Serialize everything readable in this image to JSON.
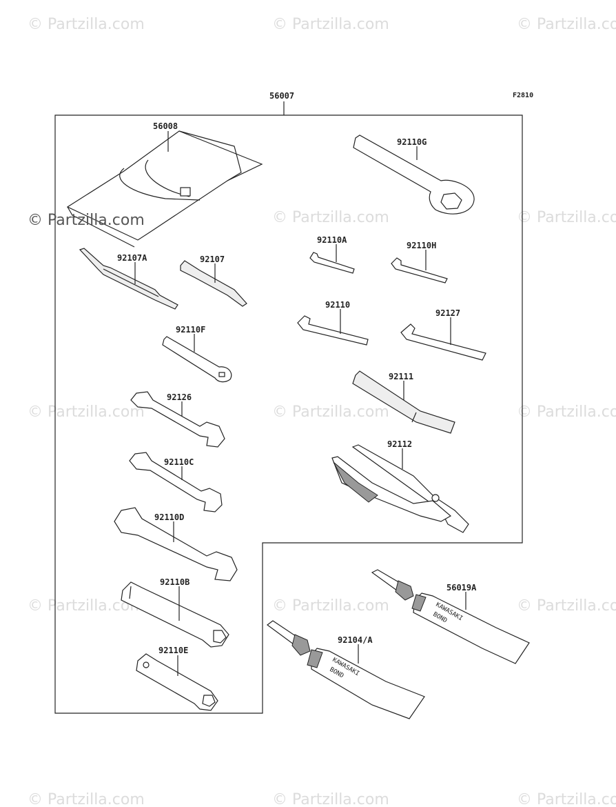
{
  "diagram": {
    "figure_code": "F2810",
    "watermark_text": "© Partzilla.com",
    "kit": {
      "part_number": "56007"
    },
    "parts": [
      {
        "id": "bag",
        "part_number": "56008"
      },
      {
        "id": "ring-wrench",
        "part_number": "92110G"
      },
      {
        "id": "screwdriver-double",
        "part_number": "92107A"
      },
      {
        "id": "screwdriver",
        "part_number": "92107"
      },
      {
        "id": "hex-wrench-a",
        "part_number": "92110A"
      },
      {
        "id": "hex-wrench-h",
        "part_number": "92110H"
      },
      {
        "id": "hex-wrench",
        "part_number": "92110"
      },
      {
        "id": "hex-wrench-large",
        "part_number": "92127"
      },
      {
        "id": "wrench-f",
        "part_number": "92110F"
      },
      {
        "id": "extension-bar",
        "part_number": "92111"
      },
      {
        "id": "wrench-12",
        "part_number": "92126"
      },
      {
        "id": "pliers",
        "part_number": "92112"
      },
      {
        "id": "wrench-c",
        "part_number": "92110C"
      },
      {
        "id": "wrench-d",
        "part_number": "92110D"
      },
      {
        "id": "box-wrench-b",
        "part_number": "92110B"
      },
      {
        "id": "box-wrench-e",
        "part_number": "92110E"
      },
      {
        "id": "bond-tube-a",
        "part_number": "56019A",
        "tube_text": [
          "KAWASAKI",
          "BOND"
        ]
      },
      {
        "id": "bond-tube-b",
        "part_number": "92104/A",
        "tube_text": [
          "KAWASAKI",
          "BOND"
        ]
      }
    ]
  }
}
